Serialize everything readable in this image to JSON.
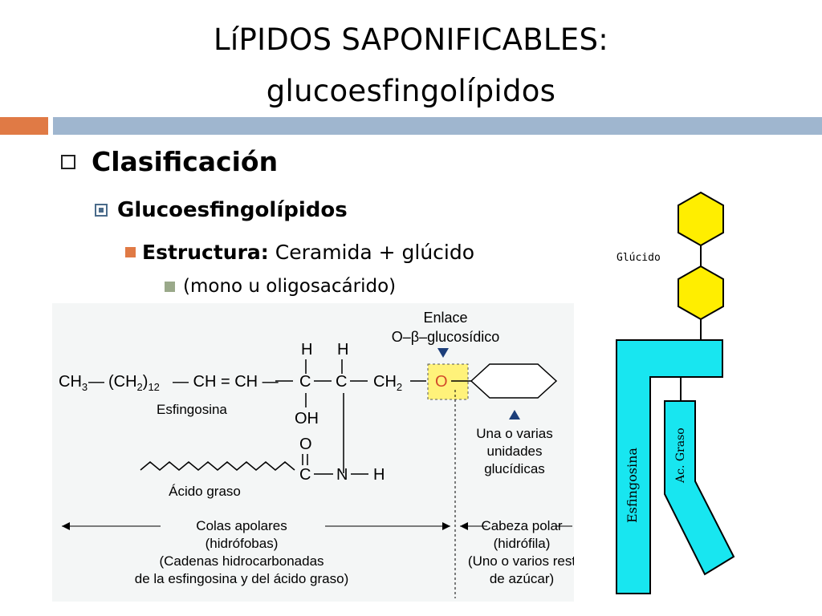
{
  "slide": {
    "title_line1": "LíPIDOS SAPONIFICABLES:",
    "title_line2": "glucoesfingolípidos",
    "accent_orange": "#e07a45",
    "accent_blue": "#9fb6cf"
  },
  "bullets": {
    "level1": "Clasificación",
    "level2": "Glucoesfingolípidos",
    "level3_bold": "Estructura:",
    "level3_text": " Ceramida + glúcido",
    "level4": "(mono u oligosacárido)"
  },
  "structure": {
    "enlace_line1": "Enlace",
    "enlace_line2": "O–β–glucosídico",
    "h1": "H",
    "h2": "H",
    "ch3": "CH",
    "ch3_sub": "3",
    "dash1": "—",
    "ch2_12": "(CH",
    "ch2_12_sub": "2",
    "ch2_12_close": ")",
    "ch2_12_n": "12",
    "ch_eq": "— CH = CH —",
    "c1": "C",
    "c2": "C",
    "ch2b": "CH",
    "ch2b_sub": "2",
    "o_link": "O",
    "oh": "OH",
    "esfingosina_label": "Esfingosina",
    "o_carbonyl": "O",
    "c_carbonyl": "C",
    "n": "N",
    "h_n": "H",
    "acido_graso": "Ácido graso",
    "sugar_line1": "Una o varias",
    "sugar_line2": "unidades",
    "sugar_line3": "glucídicas",
    "colas_line1": "Colas apolares",
    "colas_line2": "(hidrófobas)",
    "colas_line3": "(Cadenas hidrocarbonadas",
    "colas_line4": "de la esfingosina y del ácido graso)",
    "cabeza_line1": "Cabeza polar",
    "cabeza_line2": "(hidrófila)",
    "cabeza_line3": "(Uno o varios rest",
    "cabeza_line4": "de azúcar)"
  },
  "schematic": {
    "glucido_label": "Glúcido",
    "esfingosina_label": "Esfingosina",
    "acgraso_label": "Ac. Graso",
    "hex_color": "#ffee00",
    "body_color": "#18e6f0"
  }
}
